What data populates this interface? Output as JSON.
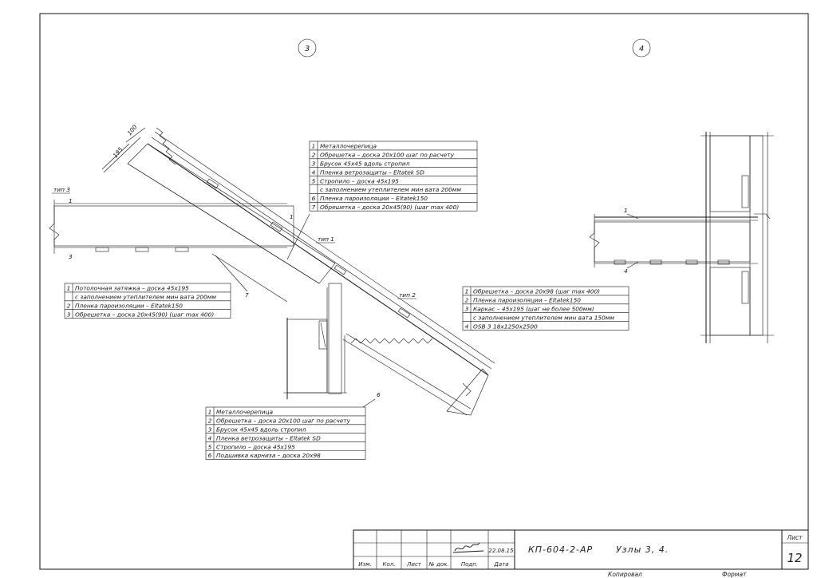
{
  "node_markers": [
    "3",
    "4"
  ],
  "node3": {
    "type_labels": {
      "t3": "тип 3",
      "t1": "тип 1",
      "t2": "тип 2"
    },
    "dims": [
      "195",
      "100"
    ],
    "leaders": [
      "1",
      "3",
      "1",
      "7",
      "6"
    ],
    "legend_top": [
      {
        "n": "1",
        "text": "Металлочерепица"
      },
      {
        "n": "2",
        "text": "Обрешетка – доска 20х100 шаг по расчету"
      },
      {
        "n": "3",
        "text": "Брусок 45х45 вдоль стропил"
      },
      {
        "n": "4",
        "text": "Пленка ветрозащиты – Eltatek SD"
      },
      {
        "n": "5",
        "text": "Стропило – доска 45х195"
      },
      {
        "n": "",
        "text": "с заполнением утеплителем мин вата 200мм"
      },
      {
        "n": "6",
        "text": "Пленка пароизоляции – Eltatek150"
      },
      {
        "n": "7",
        "text": "Обрешетка – доска 20х45(90) (шаг max 400)"
      }
    ],
    "legend_left": [
      {
        "n": "1",
        "text": "Потолочная затяжка – доска 45х195"
      },
      {
        "n": "",
        "text": "с заполнением утеплителем мин вата 200мм"
      },
      {
        "n": "2",
        "text": "Пленка пароизоляции – Eltatek150"
      },
      {
        "n": "3",
        "text": "Обрешетка – доска 20х45(90) (шаг max 400)"
      }
    ],
    "legend_bottom": [
      {
        "n": "1",
        "text": "Металлочерепица"
      },
      {
        "n": "2",
        "text": "Обрешетка – доска 20х100 шаг по расчету"
      },
      {
        "n": "3",
        "text": "Брусок 45х45 вдоль стропил"
      },
      {
        "n": "4",
        "text": "Пленка ветрозащиты – Eltatek SD"
      },
      {
        "n": "5",
        "text": "Стропило – доска 45х195"
      },
      {
        "n": "6",
        "text": "Подшивка карниза – доска 20х98"
      }
    ]
  },
  "node4": {
    "leaders": [
      "1",
      "4"
    ],
    "legend": [
      {
        "n": "1",
        "text": "Обрешетка – доска 20х98 (шаг max 400)"
      },
      {
        "n": "2",
        "text": "Пленка пароизоляции – Eltatek150"
      },
      {
        "n": "3",
        "text": "Каркас – 45х195 (шаг не более 500мм)"
      },
      {
        "n": "",
        "text": "с заполнением утеплителем мин вата 150мм"
      },
      {
        "n": "4",
        "text": "OSB 3 18х1250х2500"
      }
    ]
  },
  "title_block": {
    "col_headers": [
      "Изм.",
      "Кол.",
      "Лист",
      "№ док.",
      "Подп.",
      "Дата"
    ],
    "date": "22.08.15",
    "doc_code": "КП-604-2-АР",
    "sheet_title": "Узлы 3, 4.",
    "sheet_label": "Лист",
    "sheet_number": "12",
    "footer_left": "Копировал",
    "footer_right": "Формат"
  }
}
